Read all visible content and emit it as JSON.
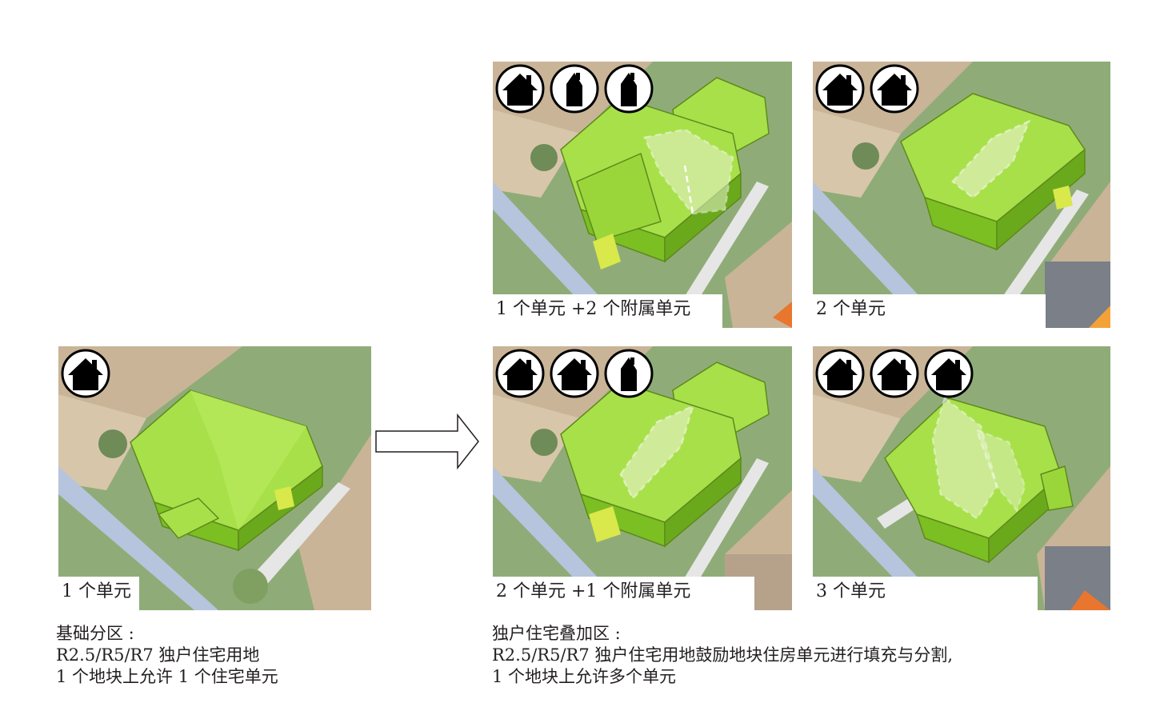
{
  "panels": {
    "base": {
      "caption": "1 个单元",
      "icons": [
        "house-icon"
      ]
    },
    "p1": {
      "caption": "1 个单元 +2 个附属单元",
      "icons": [
        "house-icon",
        "annex-icon",
        "annex-icon"
      ]
    },
    "p2": {
      "caption": "2 个单元",
      "icons": [
        "house-icon",
        "house-icon"
      ]
    },
    "p3": {
      "caption": "2 个单元 +1 个附属单元",
      "icons": [
        "house-icon",
        "house-icon",
        "annex-icon"
      ]
    },
    "p4": {
      "caption": "3 个单元",
      "icons": [
        "house-icon",
        "house-icon",
        "house-icon"
      ]
    }
  },
  "left_text": {
    "title": "基础分区 :",
    "line1": "R2.5/R5/R7 独户住宅用地",
    "line2": "1 个地块上允许 1 个住宅单元"
  },
  "right_text": {
    "title": "独户住宅叠加区 :",
    "line1": "R2.5/R5/R7 独户住宅用地鼓励地块住房单元进行填充与分割,",
    "line2": "1 个地块上允许多个单元"
  },
  "colors": {
    "ground": "#8fac78",
    "neighbor_roof": "#c9b497",
    "building": "#8ed22c",
    "street": "#b7c4dd",
    "accent": "#e8762e"
  }
}
